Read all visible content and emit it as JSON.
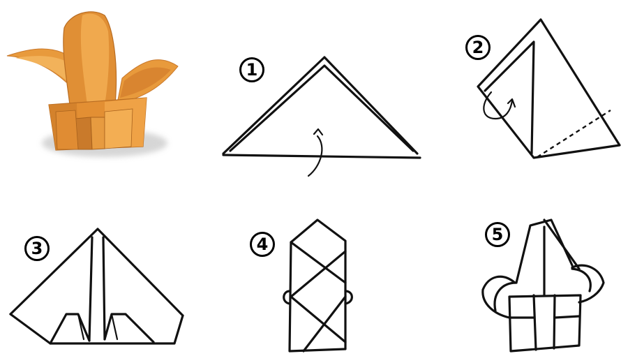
{
  "steps": [
    {
      "number": "1"
    },
    {
      "number": "2"
    },
    {
      "number": "3"
    },
    {
      "number": "4"
    },
    {
      "number": "5"
    }
  ],
  "colors": {
    "napkin_main": "#E89A3C",
    "napkin_light": "#F2B25A",
    "napkin_dark": "#C8772A",
    "line": "#111111",
    "background": "#FFFFFF"
  },
  "icons": [
    "folded-napkin-photo",
    "fold-arrow-icon"
  ]
}
